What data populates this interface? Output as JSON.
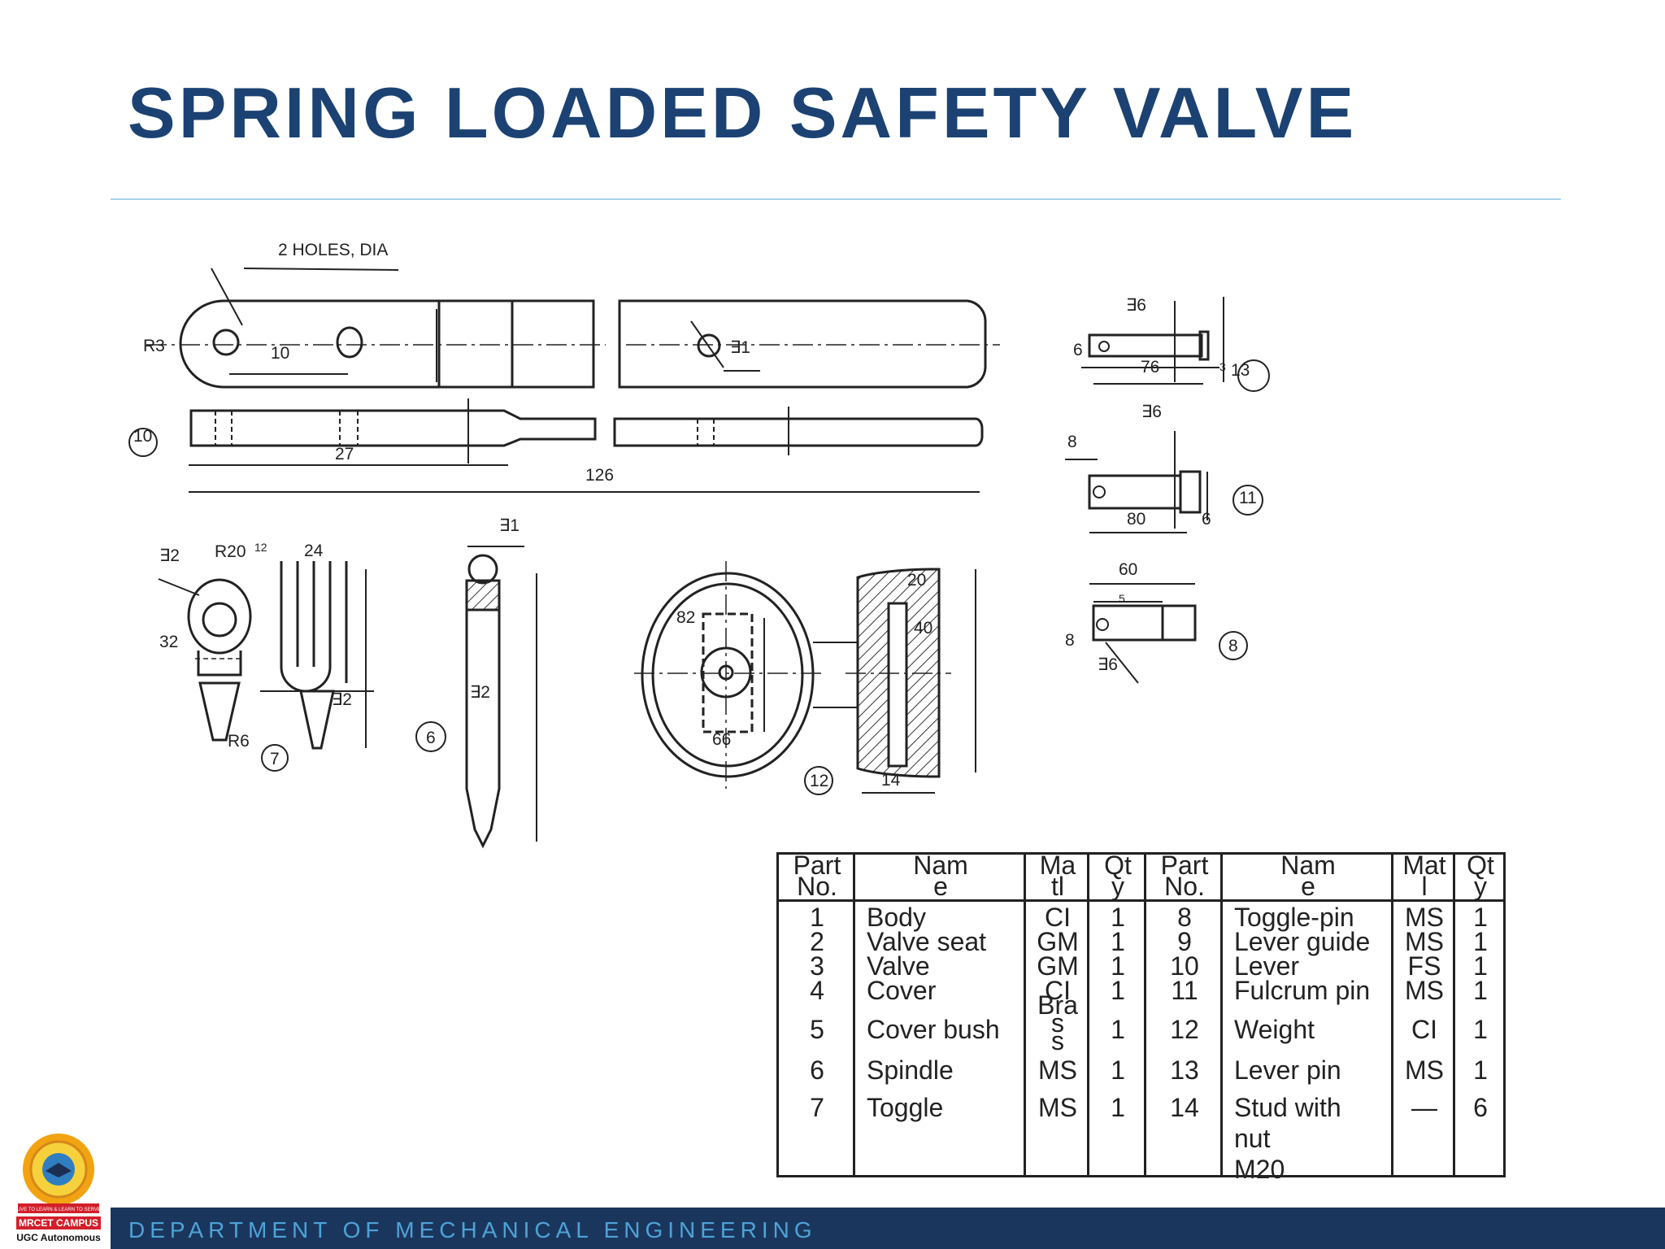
{
  "slide": {
    "title": "SPRING LOADED SAFETY VALVE",
    "footer": "DEPARTMENT OF MECHANICAL ENGINEERING"
  },
  "logo": {
    "ribbon": "LIVE TO LEARN & LEARN TO SERVE",
    "name": "MRCET CAMPUS",
    "subtitle": "UGC Autonomous"
  },
  "drawing_labels": {
    "holes": "2 HOLES, DIA",
    "r3": "R3",
    "d10a": "10",
    "d31a": "∃1",
    "p10": "10",
    "d27": "27",
    "d126": "126",
    "d36a": "∃6",
    "d6a": "6",
    "d76": "76",
    "d3": "3",
    "p13": "13",
    "d36b": "∃6",
    "d8a": "8",
    "d80": "80",
    "d6b": "6",
    "p11": "11",
    "d60": "60",
    "d5": "5",
    "d8b": "8",
    "d36c": "∃6",
    "p8": "8",
    "d32a": "∃2",
    "r20": "R20",
    "d12": "12",
    "d24": "24",
    "d32": "32",
    "d32b": "∃2",
    "r6": "R6",
    "p7": "7",
    "d31b": "∃1",
    "d32c": "∃2",
    "p6": "6",
    "d82": "82",
    "d66": "66",
    "p12": "12",
    "d20": "20",
    "d40": "40",
    "d14": "14"
  },
  "parts_table": {
    "headers": [
      "Part No.",
      "Name",
      "Matl",
      "Qty",
      "Part No.",
      "Name",
      "Matl",
      "Qty"
    ],
    "header_lines": [
      [
        "Part",
        "No."
      ],
      [
        "Nam",
        "e"
      ],
      [
        "Ma",
        "tl"
      ],
      [
        "Qt",
        "y"
      ],
      [
        "Part",
        "No."
      ],
      [
        "Nam",
        "e"
      ],
      [
        "Mat",
        "l"
      ],
      [
        "Qt",
        "y"
      ]
    ],
    "rows": [
      [
        "1",
        "Body",
        "CI",
        "1",
        "8",
        "Toggle-pin",
        "MS",
        "1"
      ],
      [
        "2",
        "Valve seat",
        "GM",
        "1",
        "9",
        "Lever guide",
        "MS",
        "1"
      ],
      [
        "3",
        "Valve",
        "GM",
        "1",
        "10",
        "Lever",
        "FS",
        "1"
      ],
      [
        "4",
        "Cover",
        "CI",
        "1",
        "11",
        "Fulcrum pin",
        "MS",
        "1"
      ],
      [
        "5",
        "Cover bush",
        "Bra|s|s",
        "1",
        "12",
        "Weight",
        "CI",
        "1"
      ],
      [
        "6",
        "Spindle",
        "MS",
        "1",
        "13",
        "Lever pin",
        "MS",
        "1"
      ],
      [
        "7",
        "Toggle",
        "MS",
        "1",
        "14",
        "Stud with|nut|M20",
        "—",
        "6"
      ]
    ]
  }
}
